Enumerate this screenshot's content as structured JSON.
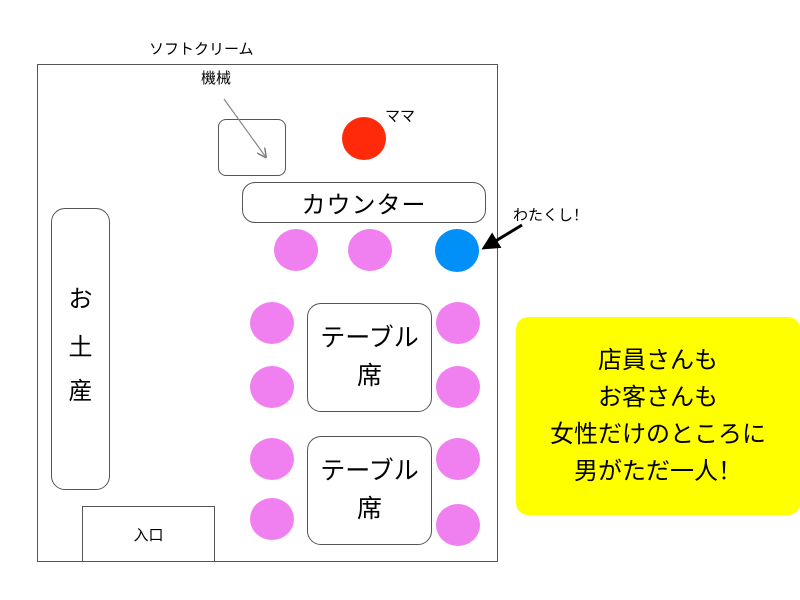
{
  "labels": {
    "soft_cream_line1": "ソフトクリーム",
    "soft_cream_line2": "機械",
    "mama": "ママ",
    "counter": "カウンター",
    "me": "わたくし！",
    "souvenir": [
      "お",
      "土",
      "産"
    ],
    "table_line1": "テーブル",
    "table_line2": "席",
    "entrance": "入口"
  },
  "note": {
    "lines": [
      "店員さんも",
      "お客さんも",
      "女性だけのところに",
      "男がただ一人！"
    ]
  },
  "colors": {
    "customer_seat": "#f080f0",
    "mama": "#ff2a0a",
    "me": "#0090f8",
    "note_background": "#ffff00"
  }
}
